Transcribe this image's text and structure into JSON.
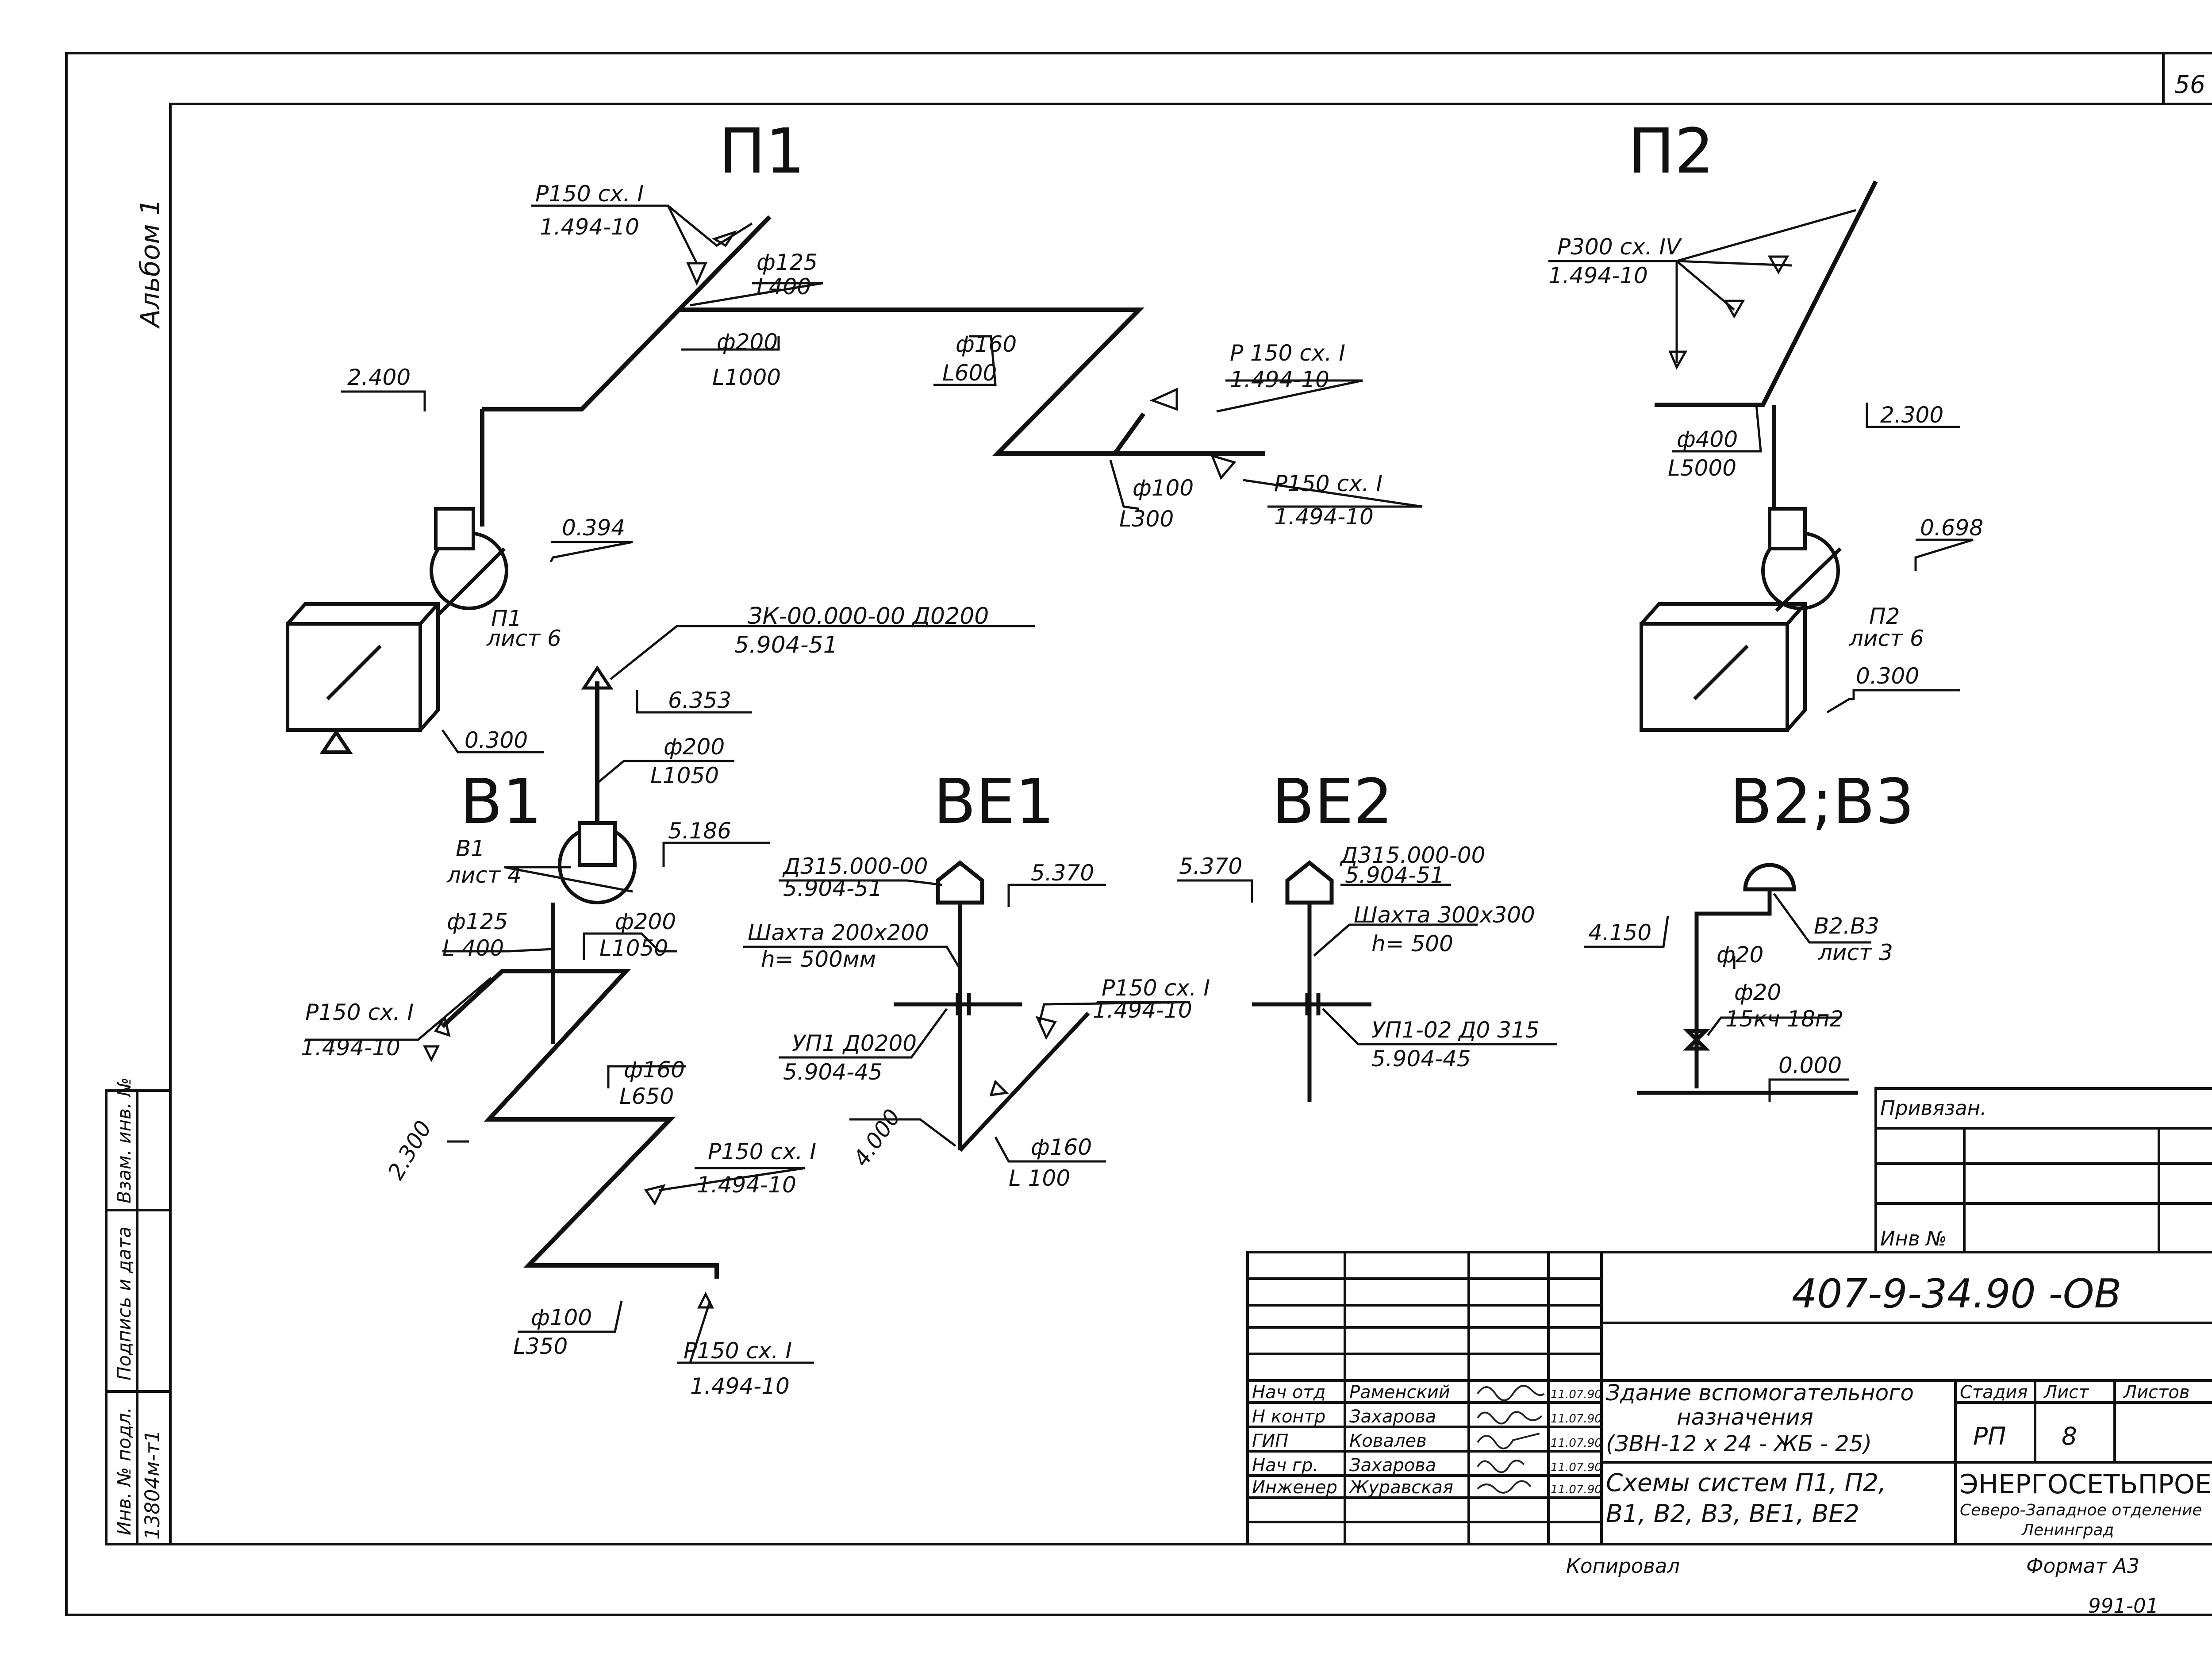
{
  "sheet_number": "56",
  "stamp_side": "Альбом 1",
  "systems": {
    "p1": {
      "title": "П1",
      "grille_top": {
        "l1": "Р150 сх. I",
        "l2": "1.494-10"
      },
      "duct_125": {
        "d": "ф125",
        "l": "L400"
      },
      "duct_200": {
        "d": "ф200",
        "l": "L1000"
      },
      "duct_160": {
        "d": "ф160",
        "l": "L600"
      },
      "grille_mid": {
        "l1": "Р 150 сх. I",
        "l2": "1.494-10"
      },
      "duct_100": {
        "d": "ф100",
        "l": "L300"
      },
      "grille_end": {
        "l1": "Р150 сх. I",
        "l2": "1.494-10"
      },
      "mark_2400": "2.400",
      "mark_0394": "0.394",
      "unit_label": "П1",
      "unit_sheet": "лист 6",
      "mark_0300": "0.300"
    },
    "p2": {
      "title": "П2",
      "grille": {
        "l1": "Р300 сх. IV",
        "l2": "1.494-10"
      },
      "duct_400": {
        "d": "ф400",
        "l": "L5000"
      },
      "mark_2300": "2.300",
      "mark_0698": "0.698",
      "unit_label": "П2",
      "unit_sheet": "лист 6",
      "mark_0300": "0.300"
    },
    "v1": {
      "title": "В1",
      "cap_ref": {
        "l1": "ЗК-00.000-00 Д0200",
        "l2": "5.904-51"
      },
      "mark_6353": "6.353",
      "duct_200_top": {
        "d": "ф200",
        "l": "L1050"
      },
      "fan_label": "В1",
      "fan_sheet": "лист 4",
      "mark_5186": "5.186",
      "duct_125": {
        "d": "ф125",
        "l": "L 400"
      },
      "duct_200": {
        "d": "ф200",
        "l": "L1050"
      },
      "grille_a": {
        "l1": "Р150 сх. I",
        "l2": "1.494-10"
      },
      "duct_160": {
        "d": "ф160",
        "l": "L650"
      },
      "mark_2300": "2.300",
      "grille_b": {
        "l1": "Р150 сх. I",
        "l2": "1.494-10"
      },
      "duct_100": {
        "d": "ф100",
        "l": "L350"
      },
      "grille_c": {
        "l1": "Р150 сх. I",
        "l2": "1.494-10"
      }
    },
    "ve1": {
      "title": "ВЕ1",
      "cap": {
        "l1": "Д315.000-00",
        "l2": "5.904-51"
      },
      "mark_5370": "5.370",
      "shaft": {
        "l1": "Шахта 200х200",
        "l2": "h= 500мм"
      },
      "valve": {
        "l1": "УП1 Д0200",
        "l2": "5.904-45"
      },
      "grille": {
        "l1": "Р150 сх. I",
        "l2": "1.494-10"
      },
      "mark_4000": "4.000",
      "duct_160": {
        "d": "ф160",
        "l": "L 100"
      }
    },
    "ve2": {
      "title": "ВЕ2",
      "mark_5370": "5.370",
      "cap": {
        "l1": "Д315.000-00",
        "l2": "5.904-51"
      },
      "shaft": {
        "l1": "Шахта 300х300",
        "l2": "h= 500"
      },
      "valve": {
        "l1": "УП1-02 Д0 315",
        "l2": "5.904-45"
      }
    },
    "v2v3": {
      "title": "В2;В3",
      "mark_4150": "4.150",
      "duct_20": "ф20",
      "ref": {
        "l1": "В2.В3",
        "l2": "лист 3"
      },
      "valve": {
        "l1": "ф20",
        "l2": "15кч 18п2"
      },
      "mark_0000": "0.000"
    }
  },
  "side_stamp": {
    "cells": [
      "Инв. № подл.",
      "Подпись и дата",
      "Взам. инв. №"
    ],
    "values": [
      "13804м-т1"
    ]
  },
  "binding_box": {
    "title": "Привязан.",
    "inv": "Инв №"
  },
  "title_block": {
    "doc_code": "407-9-34.90 -ОВ",
    "roles": [
      "Нач отд",
      "Н контр",
      "ГИП",
      "Нач гр.",
      "Инженер"
    ],
    "names": [
      "Раменский",
      "Захарова",
      "Ковалев",
      "Захарова",
      "Журавская"
    ],
    "dates": [
      "11.07.90",
      "11.07.90",
      "11.07.90",
      "11.07.90",
      "11.07.90"
    ],
    "building": [
      "Здание вспомогательного",
      "назначения",
      "(ЗВН-12 х 24 - ЖБ - 25)"
    ],
    "sheet_title": [
      "Схемы систем  П1, П2,",
      "В1, В2, В3, ВЕ1, ВЕ2"
    ],
    "stage_h": "Стадия",
    "sheet_h": "Лист",
    "sheets_h": "Листов",
    "stage": "РП",
    "sheet": "8",
    "org": [
      "ЭНЕРГОСЕТЬПРОЕКТ",
      "Северо-Западное отделение",
      "Ленинград"
    ]
  },
  "copied": "Копировал",
  "format": "Формат А3",
  "bottom_code": "991-01"
}
